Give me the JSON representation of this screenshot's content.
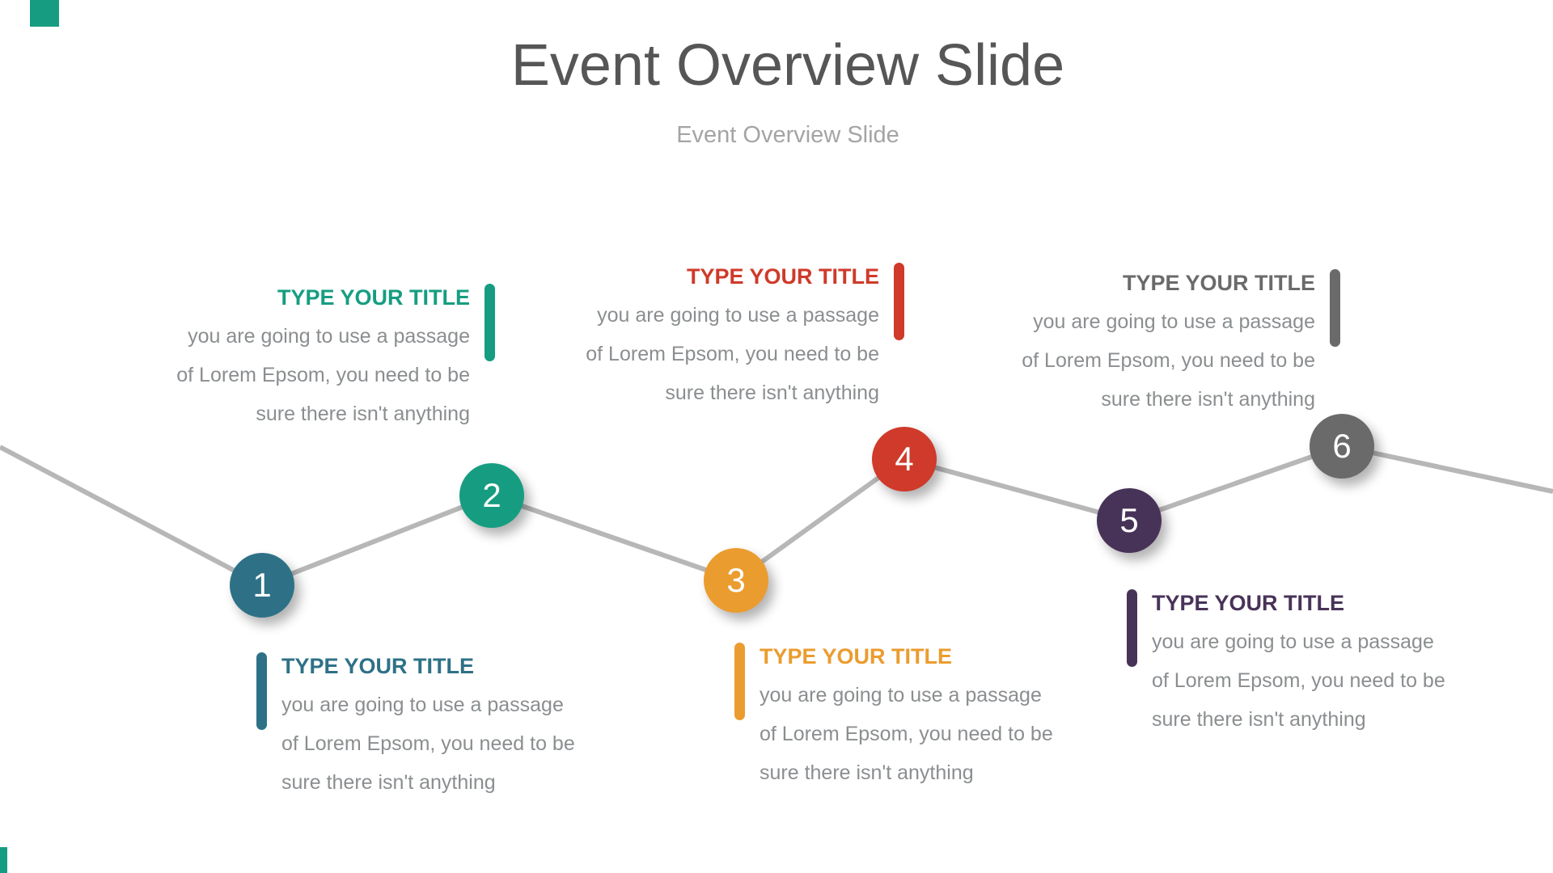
{
  "header": {
    "title": "Event Overview Slide",
    "subtitle": "Event Overview Slide"
  },
  "items": [
    {
      "number": "1",
      "title": "TYPE YOUR TITLE",
      "lines": [
        "you are going to use a passage",
        "of Lorem Epsom, you need to be",
        "sure there isn't anything"
      ],
      "color": "#2e7187",
      "placement": "below-line"
    },
    {
      "number": "2",
      "title": "TYPE YOUR TITLE",
      "lines": [
        "you are going to use a passage",
        "of Lorem Epsom, you need to be",
        "sure there isn't anything"
      ],
      "color": "#169d81",
      "placement": "above-line"
    },
    {
      "number": "3",
      "title": "TYPE YOUR TITLE",
      "lines": [
        "you are going to use a passage",
        "of Lorem Epsom, you need to be",
        "sure there isn't anything"
      ],
      "color": "#eb9c2f",
      "placement": "below-line"
    },
    {
      "number": "4",
      "title": "TYPE YOUR TITLE",
      "lines": [
        "you are going to use a passage",
        "of Lorem Epsom, you need to be",
        "sure there isn't anything"
      ],
      "color": "#cf3a2a",
      "placement": "above-line"
    },
    {
      "number": "5",
      "title": "TYPE YOUR TITLE",
      "lines": [
        "you are going to use a passage",
        "of Lorem Epsom, you need to be",
        "sure there isn't anything"
      ],
      "color": "#483358",
      "placement": "below-line"
    },
    {
      "number": "6",
      "title": "TYPE YOUR TITLE",
      "lines": [
        "you are going to use a passage",
        "of Lorem Epsom, you need to be",
        "sure there isn't anything"
      ],
      "color": "#6a6a6a",
      "placement": "above-line"
    }
  ],
  "timeline": {
    "line_color": "#b7b7b7"
  },
  "accents": {
    "corner_color": "#169d81"
  }
}
